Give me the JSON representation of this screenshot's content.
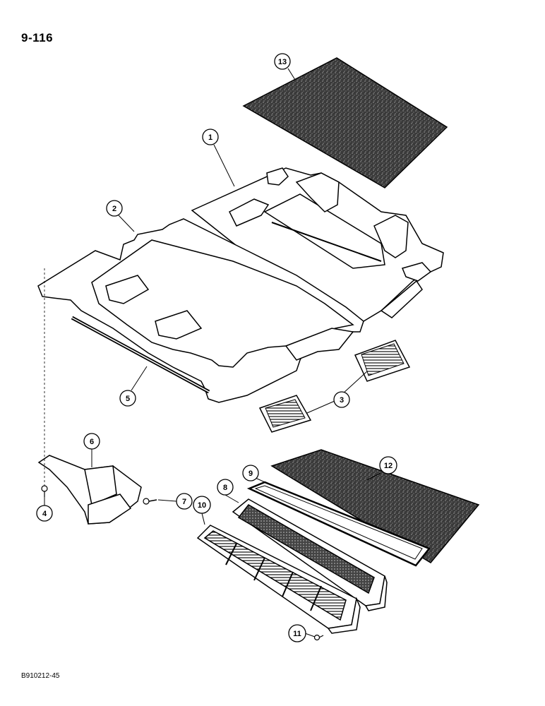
{
  "page_number": "9-116",
  "reference_code": "B910212-45",
  "callouts": [
    {
      "id": "callout-1",
      "label": "1"
    },
    {
      "id": "callout-2",
      "label": "2"
    },
    {
      "id": "callout-3",
      "label": "3"
    },
    {
      "id": "callout-4",
      "label": "4"
    },
    {
      "id": "callout-5",
      "label": "5"
    },
    {
      "id": "callout-6",
      "label": "6"
    },
    {
      "id": "callout-7",
      "label": "7"
    },
    {
      "id": "callout-8",
      "label": "8"
    },
    {
      "id": "callout-9",
      "label": "9"
    },
    {
      "id": "callout-10",
      "label": "10"
    },
    {
      "id": "callout-11",
      "label": "11"
    },
    {
      "id": "callout-12",
      "label": "12"
    },
    {
      "id": "callout-13",
      "label": "13"
    }
  ]
}
